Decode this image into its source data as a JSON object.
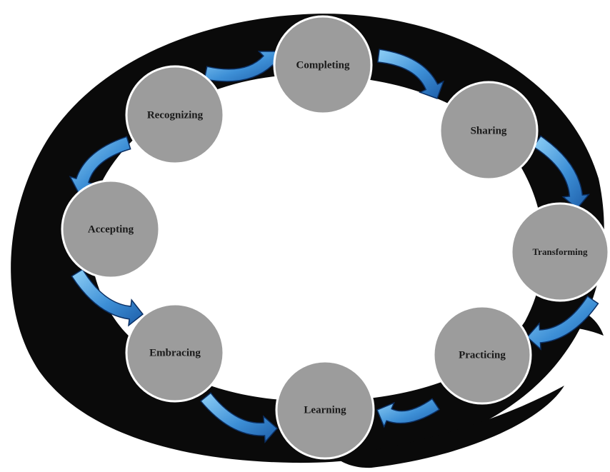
{
  "diagram": {
    "stages": [
      {
        "id": "completing",
        "label": "Completing"
      },
      {
        "id": "sharing",
        "label": "Sharing"
      },
      {
        "id": "transforming",
        "label": "Transforming"
      },
      {
        "id": "practicing",
        "label": "Practicing"
      },
      {
        "id": "learning",
        "label": "Learning"
      },
      {
        "id": "embracing",
        "label": "Embracing"
      },
      {
        "id": "accepting",
        "label": "Accepting"
      },
      {
        "id": "recognizing",
        "label": "Recognizing"
      }
    ],
    "colors": {
      "ring": "#0a0a0a",
      "node_fill": "#9c9c9c",
      "node_stroke": "#ffffff",
      "arrow_fill": "#3d8fd6",
      "arrow_light": "#7cc4f2",
      "arrow_stroke": "#0b2f63",
      "label": "#1a1a1a"
    }
  }
}
